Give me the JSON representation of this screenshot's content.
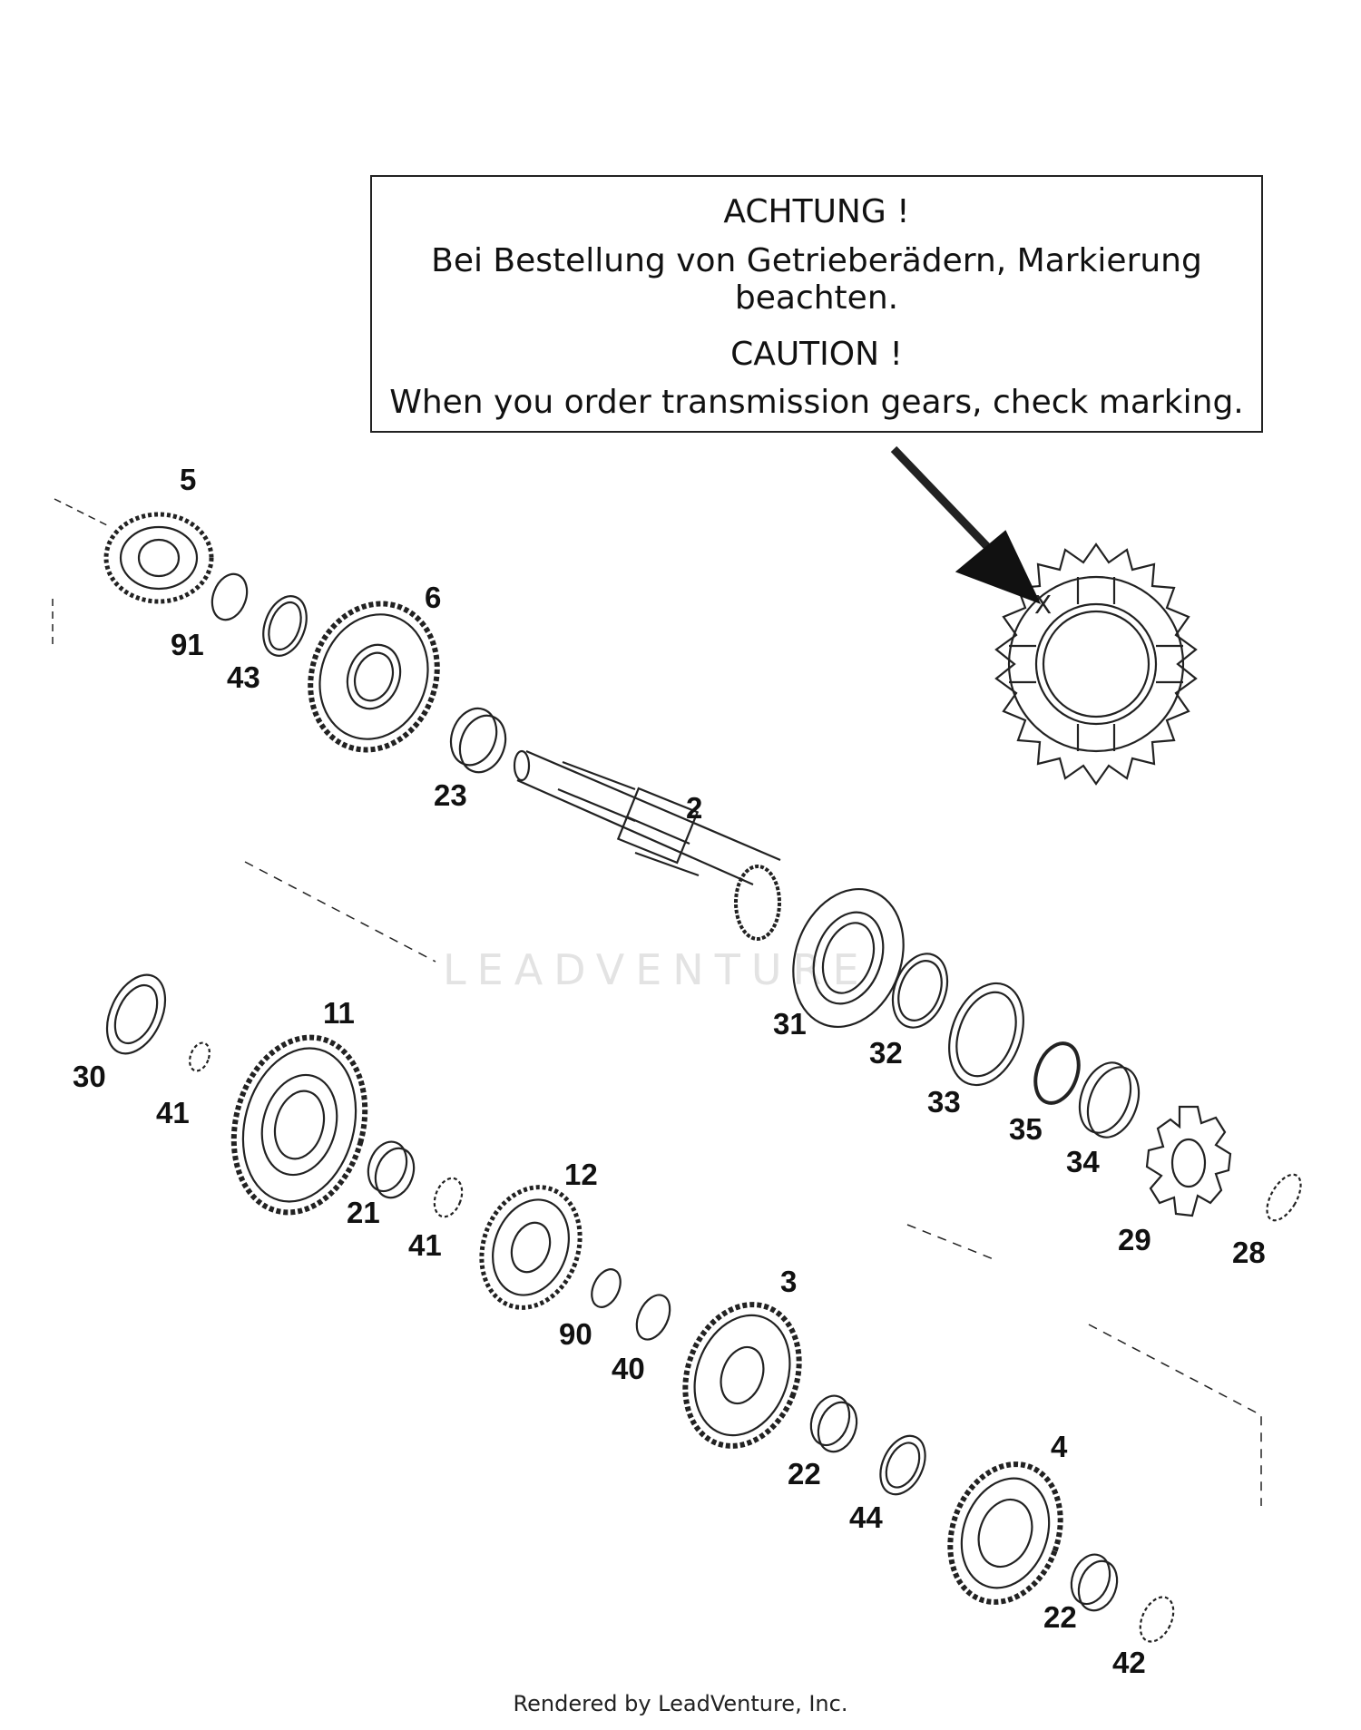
{
  "notice": {
    "de_title": "ACHTUNG !",
    "de_text": "Bei Bestellung von Getrieberädern, Markierung beachten.",
    "en_title": "CAUTION !",
    "en_text": "When you order transmission gears, check marking."
  },
  "marking_symbol": "X",
  "watermark": "LEADVENTURE",
  "footer": "Rendered by LeadVenture, Inc.",
  "callouts": [
    "5",
    "91",
    "43",
    "6",
    "23",
    "2",
    "31",
    "32",
    "33",
    "35",
    "34",
    "29",
    "28",
    "30",
    "41",
    "11",
    "21",
    "41",
    "12",
    "90",
    "40",
    "3",
    "22",
    "44",
    "4",
    "22",
    "42"
  ]
}
